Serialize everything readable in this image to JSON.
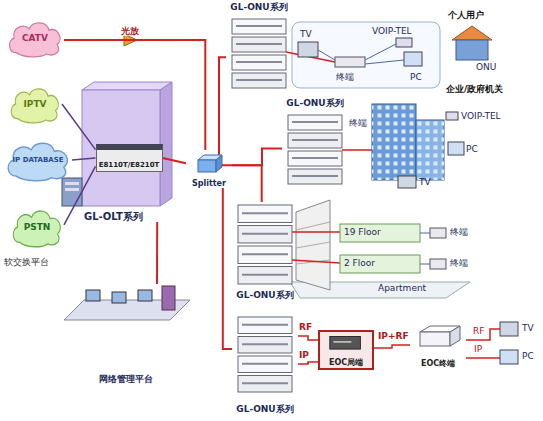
{
  "diagram": {
    "nodes": [
      {
        "text": [
          "CATV"
        ]
      },
      {
        "text": [
          "IPTV"
        ]
      },
      {
        "text": [
          "IP DATABASE"
        ]
      },
      {
        "text": [
          "PSTN"
        ]
      },
      {
        "text": [
          "GL-OLT系列"
        ]
      },
      {
        "text": [
          "E8110T/E8210T"
        ],
        "in": 4
      },
      {
        "text": [
          "Splitter"
        ]
      },
      {
        "text": [
          "GL-ONU系列"
        ]
      },
      {
        "text": [
          "GL-ONU系列"
        ]
      },
      {
        "text": [
          "GL-ONU系列"
        ]
      },
      {
        "text": [
          "GL-ONU系列"
        ]
      },
      {
        "text": [
          "EOC局端"
        ]
      },
      {
        "text": [
          "EOC终端"
        ]
      },
      {
        "text": [
          "网络管理平台"
        ]
      }
    ],
    "edges": [
      {
        "from": 0,
        "to": 6,
        "arrow": "none",
        "label": "光放"
      },
      {
        "from": 1,
        "to": 5,
        "arrow": "none"
      },
      {
        "from": 2,
        "to": 5,
        "arrow": "none"
      },
      {
        "from": 3,
        "to": 5,
        "arrow": "none"
      },
      {
        "from": 5,
        "to": 6,
        "arrow": "none"
      },
      {
        "from": 4,
        "to": 13,
        "arrow": "none"
      },
      {
        "from": 6,
        "to": 7,
        "arrow": "none"
      },
      {
        "from": 6,
        "to": 8,
        "arrow": "none"
      },
      {
        "from": 6,
        "to": 9,
        "arrow": "none"
      },
      {
        "from": 6,
        "to": 10,
        "arrow": "none"
      },
      {
        "from": 10,
        "to": 11,
        "arrow": "none",
        "label": "RF"
      },
      {
        "from": 10,
        "to": 11,
        "arrow": "none",
        "label": "IP"
      },
      {
        "from": 11,
        "to": 12,
        "arrow": "none",
        "label": "IP+RF"
      }
    ],
    "labels": [
      "软交换平台",
      "TV",
      "VOIP-TEL",
      "终端",
      "PC",
      "个人用户",
      "ONU",
      "企业/政府机关",
      "终端",
      "VOIP-TEL",
      "PC",
      "TV",
      "19 Floor",
      "2 Floor",
      "终端",
      "终端",
      "Apartment",
      "RF",
      "IP",
      "TV",
      "PC"
    ]
  }
}
